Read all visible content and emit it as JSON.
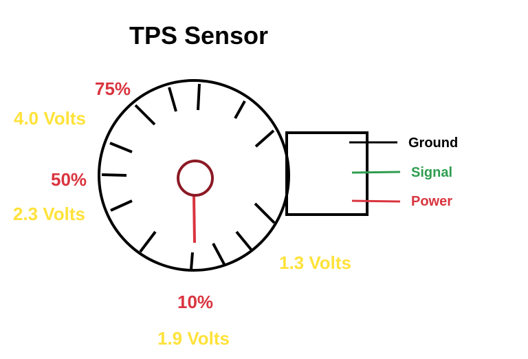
{
  "title": "TPS Sensor",
  "labels": {
    "pct_75": "75%",
    "volt_75": "4.0 Volts",
    "pct_50": "50%",
    "volt_50": "2.3 Volts",
    "pct_10": "10%",
    "volt_10": "1.9 Volts",
    "volt_right": "1.3 Volts"
  },
  "wires": [
    {
      "label": "Ground",
      "color": "#000000"
    },
    {
      "label": "Signal",
      "color": "#2e9d4e"
    },
    {
      "label": "Power",
      "color": "#d9343f"
    }
  ],
  "colors": {
    "outline": "#000000",
    "pivot": "#8b1a25",
    "needle": "#d9343f",
    "percent_text": "#d9343f",
    "voltage_text": "#ffe23a"
  }
}
